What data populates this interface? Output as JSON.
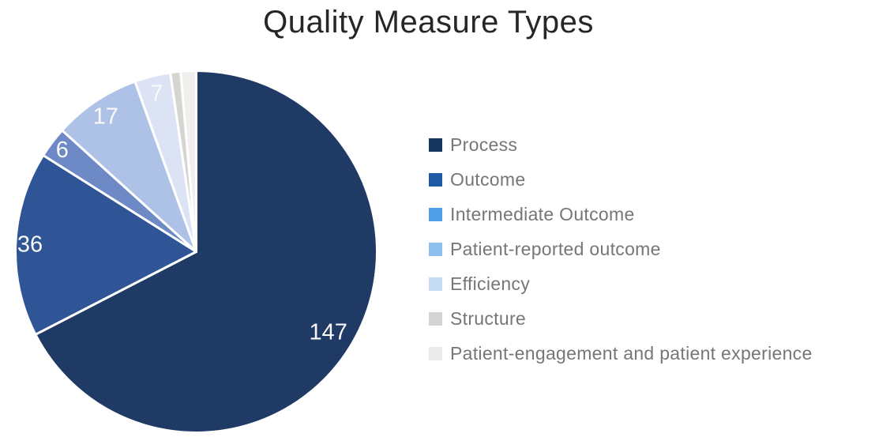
{
  "title": "Quality Measure Types",
  "colors": {
    "background": "#FFFFFF",
    "title_text": "#262626",
    "legend_text": "#767676",
    "value_label_text": "#F9F9F9",
    "slice_border": "#FFFFFF"
  },
  "chart_data": {
    "type": "pie",
    "title": "Quality Measure Types",
    "legend_position": "right",
    "start_angle_deg": 0,
    "direction": "clockwise",
    "total": 218,
    "slices": [
      {
        "label": "Process",
        "value": 147,
        "show_value": true,
        "color": "#203A66",
        "legend_color": "#17375E",
        "label_r": 0.855
      },
      {
        "label": "Outcome",
        "value": 36,
        "show_value": true,
        "color": "#2F5597",
        "legend_color": "#1F5AA5",
        "label_r": 0.92
      },
      {
        "label": "Intermediate Outcome",
        "value": 6,
        "show_value": true,
        "color": "#6D89C6",
        "legend_color": "#4F9FE8",
        "label_r": 0.93
      },
      {
        "label": "Patient-reported outcome",
        "value": 17,
        "show_value": true,
        "color": "#AEC2E7",
        "legend_color": "#8EC0EF",
        "label_r": 0.9
      },
      {
        "label": "Efficiency",
        "value": 7,
        "show_value": true,
        "color": "#DBE3F5",
        "legend_color": "#C6DCF5",
        "label_r": 0.9
      },
      {
        "label": "Structure",
        "value": 2,
        "show_value": false,
        "color": "#D7D5D2",
        "legend_color": "#D4D4D4",
        "label_r": 0.9
      },
      {
        "label": "Patient-engagement and patient experience",
        "value": 3,
        "show_value": false,
        "color": "#F0EFED",
        "legend_color": "#EBEBEB",
        "label_r": 0.9
      }
    ],
    "geometry": {
      "cx": 248.5,
      "cy": 318.5,
      "r": 229
    }
  }
}
